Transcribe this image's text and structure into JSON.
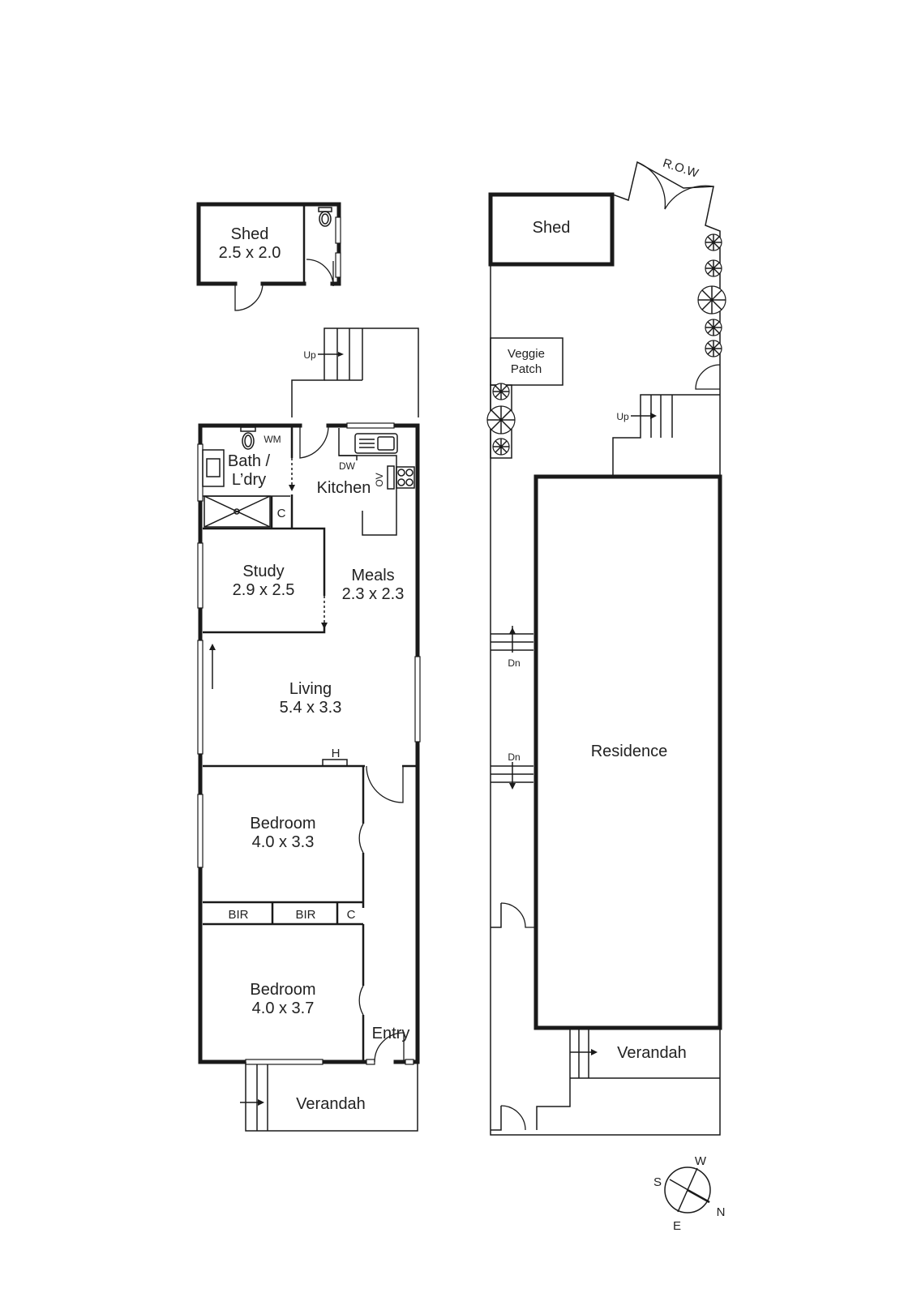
{
  "floor_plan": {
    "rooms": [
      {
        "id": "shed-small",
        "name": "Shed",
        "dims": "2.5 x 2.0"
      },
      {
        "id": "bath",
        "name": "Bath /",
        "name2": "L’dry"
      },
      {
        "id": "kitchen",
        "name": "Kitchen"
      },
      {
        "id": "study",
        "name": "Study",
        "dims": "2.9 x 2.5"
      },
      {
        "id": "meals",
        "name": "Meals",
        "dims": "2.3 x 2.3"
      },
      {
        "id": "living",
        "name": "Living",
        "dims": "5.4 x 3.3"
      },
      {
        "id": "bedroom1",
        "name": "Bedroom",
        "dims": "4.0 x 3.3"
      },
      {
        "id": "bedroom2",
        "name": "Bedroom",
        "dims": "4.0 x 3.7"
      },
      {
        "id": "entry",
        "name": "Entry"
      },
      {
        "id": "verandah",
        "name": "Verandah"
      }
    ],
    "fixtures": {
      "wm": "WM",
      "dw": "DW",
      "ov": "OV",
      "c1": "C",
      "c2": "C",
      "bir1": "BIR",
      "bir2": "BIR",
      "heater": "H",
      "stairs_up": "Up"
    }
  },
  "site_plan": {
    "labels": {
      "row": "R.O.W",
      "shed": "Shed",
      "veggie1": "Veggie",
      "veggie2": "Patch",
      "up": "Up",
      "dn1": "Dn",
      "dn2": "Dn",
      "residence": "Residence",
      "verandah": "Verandah"
    }
  },
  "compass": {
    "n": "N",
    "s": "S",
    "e": "E",
    "w": "W"
  },
  "colors": {
    "line": "#1a1a1a",
    "text": "#222222",
    "background": "#ffffff"
  }
}
